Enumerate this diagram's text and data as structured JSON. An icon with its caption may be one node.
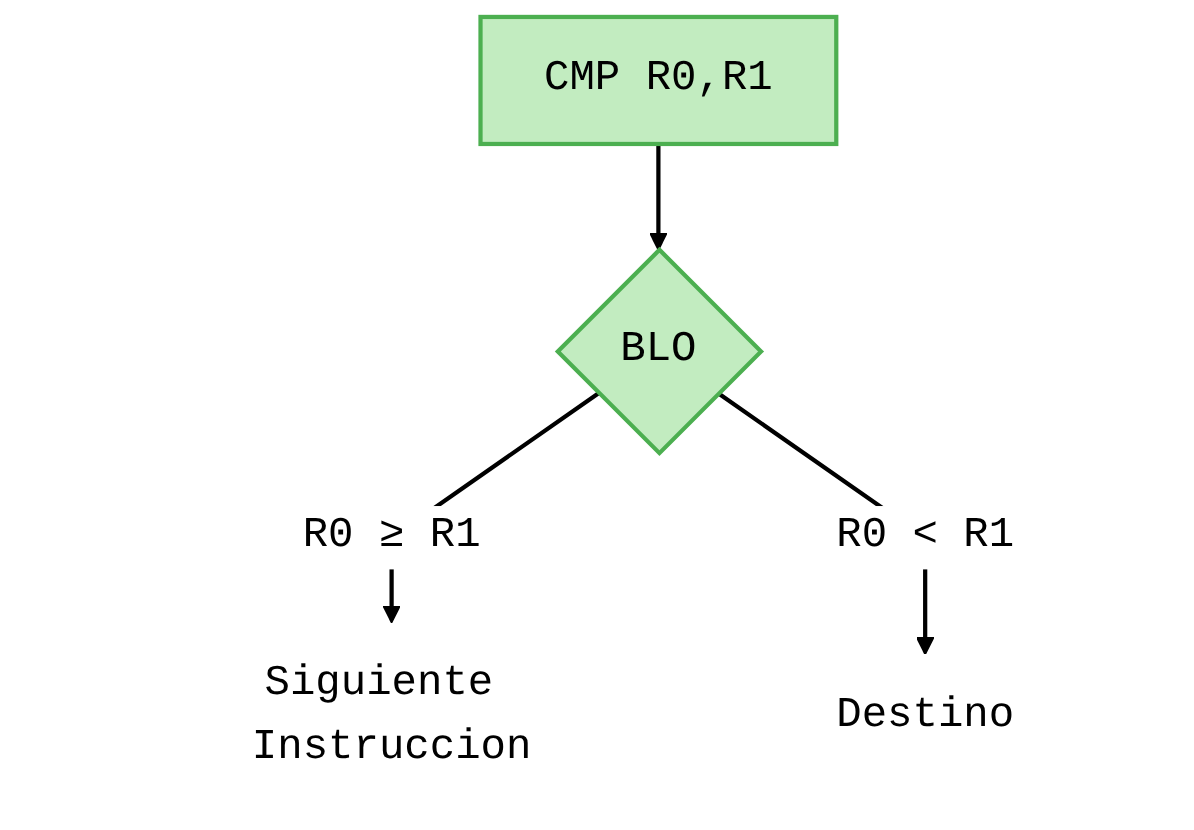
{
  "diagram": {
    "nodes": [
      {
        "text": [
          "CMP R0,R1"
        ]
      },
      {
        "text": [
          "BLO"
        ]
      },
      {
        "text": [
          "Siguiente Instruccion"
        ]
      },
      {
        "text": [
          "Destino"
        ]
      }
    ],
    "edges": [
      {
        "from": 0,
        "to": 1,
        "arrow": "to"
      },
      {
        "from": 1,
        "to": 2,
        "arrow": "to",
        "label": "R0 ≥ R1"
      },
      {
        "from": 1,
        "to": 3,
        "arrow": "to",
        "label": "R0 < R1"
      }
    ]
  }
}
